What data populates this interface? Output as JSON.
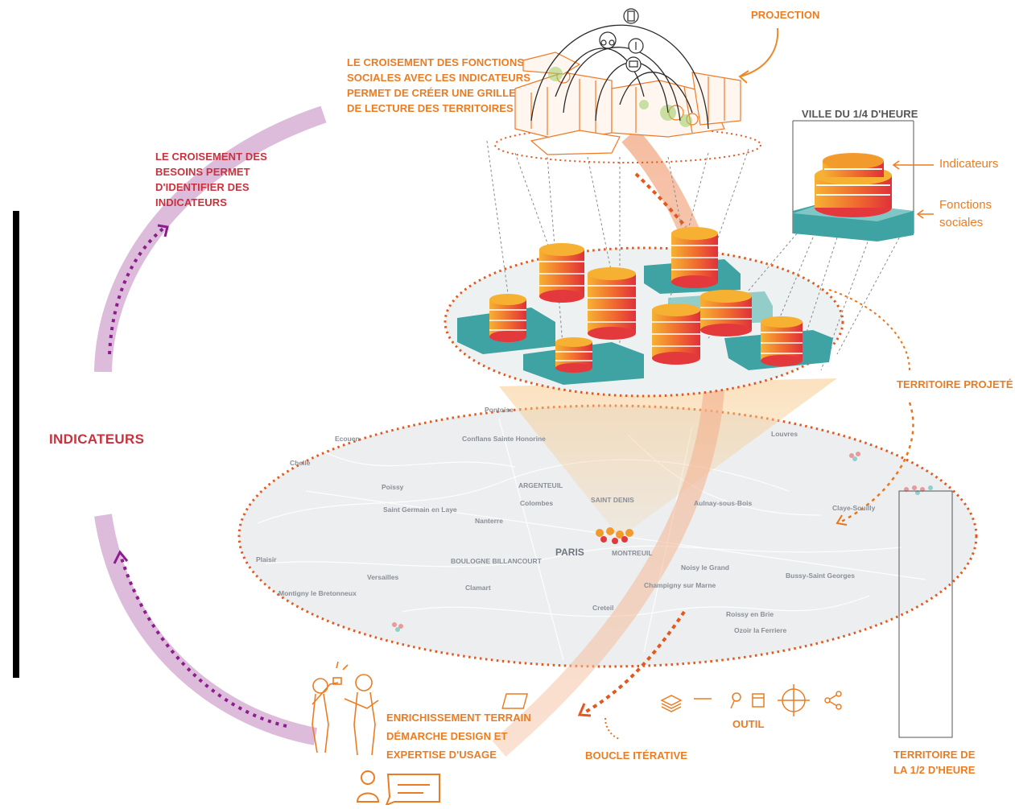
{
  "labels": {
    "projection": "PROJECTION",
    "croisement_fonctions": [
      "LE CROISEMENT DES FONCTIONS",
      "SOCIALES AVEC LES INDICATEURS",
      "PERMET DE CRÉER UNE GRILLE",
      "DE LECTURE DES TERRITOIRES"
    ],
    "croisement_besoins": [
      "LE CROISEMENT DES",
      "BESOINS PERMET",
      "D'IDENTIFIER DES",
      "INDICATEURS"
    ],
    "ville_quart_heure": "VILLE DU 1/4 D'HEURE",
    "indicateurs_legend": "Indicateurs",
    "fonctions_sociales_legend": [
      "Fonctions",
      "sociales"
    ],
    "territoire_projete": "TERRITOIRE PROJETÉ",
    "indicateurs_main": "INDICATEURS",
    "enrichissement": [
      "ENRICHISSEMENT TERRAIN",
      "DÉMARCHE DESIGN ET",
      "EXPERTISE D'USAGE"
    ],
    "boucle_iterative": "BOUCLE ITÉRATIVE",
    "outil": "OUTIL",
    "territoire_demi_heure": [
      "TERRITOIRE DE",
      "LA 1/2 D'HEURE"
    ]
  },
  "map_places": [
    "Pontoise",
    "Conflans Sainte Honorine",
    "Louvres",
    "Ecouen",
    "Poissy",
    "ARGENTEUIL",
    "SAINT DENIS",
    "Colombes",
    "Aulnay-sous-Bois",
    "Claye-Souilly",
    "Saint Germain en Laye",
    "Nanterre",
    "Plaisir",
    "BOULOGNE BILLANCOURT",
    "PARIS",
    "MONTREUIL",
    "Noisy le Grand",
    "Bussy-Saint Georges",
    "Versailles",
    "Clamart",
    "Champigny sur Marne",
    "Montigny le Bretonneux",
    "Creteil",
    "Roissy en Brie",
    "Ozoir la Ferriere",
    "Chelle"
  ],
  "colors": {
    "red_text": "#c8323d",
    "orange_text": "#ec7c22",
    "loop_purple": "#d8b4d6",
    "loop_dots": "#8e1c8e",
    "dotted_orange": "#e8751a",
    "teal": "#3fa3a3",
    "bar_orange": "#f39a2d",
    "bar_red": "#e4393c"
  },
  "icons": [
    "phone-icon",
    "bike-icon",
    "shop-icon",
    "park-icon",
    "stack-icon",
    "calendar-icon",
    "magnifier-icon",
    "panel-icon",
    "compass-icon",
    "share-icon",
    "person-icon",
    "speech-bubble-icon",
    "people-observing-icon",
    "building-sketch-icon"
  ]
}
